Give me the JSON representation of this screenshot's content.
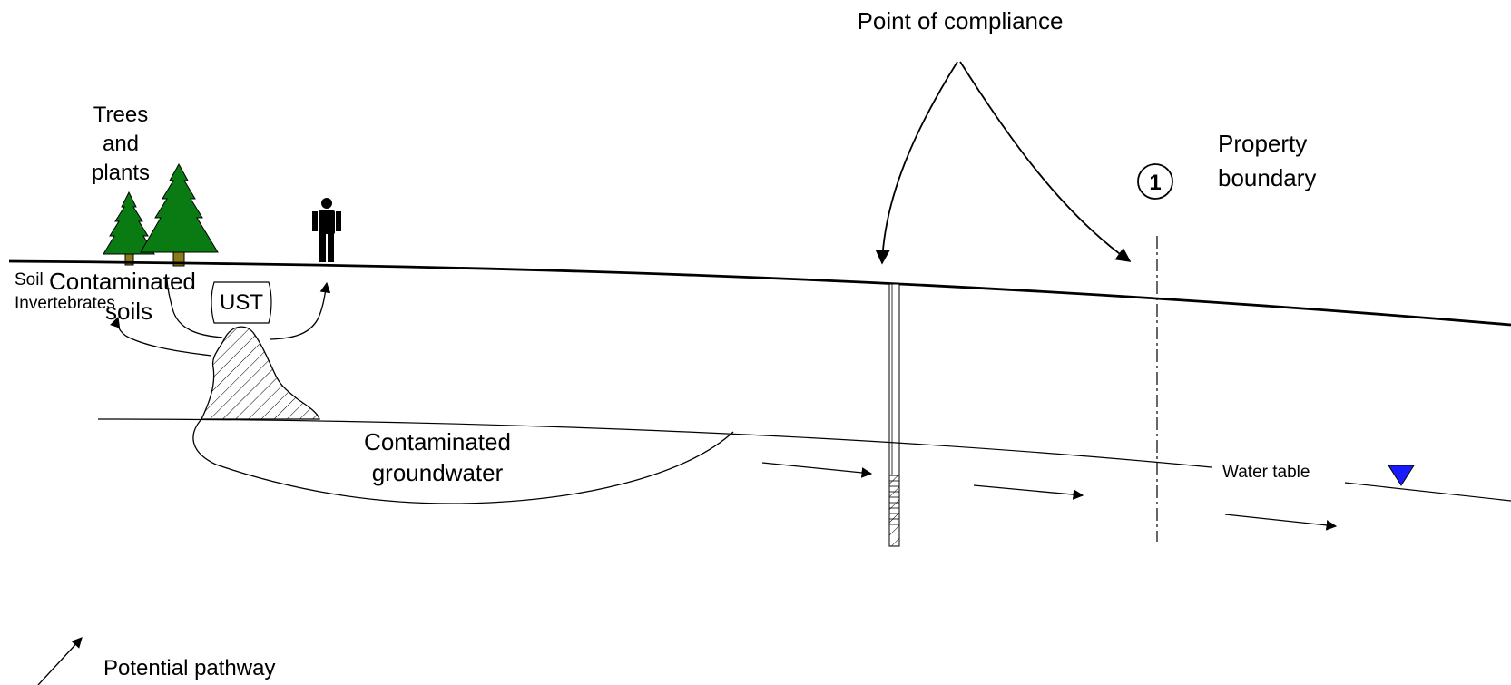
{
  "labels": {
    "point_of_compliance": "Point of compliance",
    "trees_line1": "Trees",
    "trees_line2": "and",
    "trees_line3": "plants",
    "property_line1": "Property",
    "property_line2": "boundary",
    "marker_number": "1",
    "soil": "Soil",
    "invertebrates": "Invertebrates",
    "contaminated_soils_line1": "Contaminated",
    "contaminated_soils_line2": "soils",
    "ust": "UST",
    "contaminated_gw_line1": "Contaminated",
    "contaminated_gw_line2": "groundwater",
    "water_table": "Water table",
    "legend_pathway": "Potential pathway"
  },
  "colors": {
    "tree_green": "#0a7a12",
    "trunk_olive": "#8a7a1a",
    "water_table_marker": "#1a1aff",
    "line": "#000000"
  }
}
